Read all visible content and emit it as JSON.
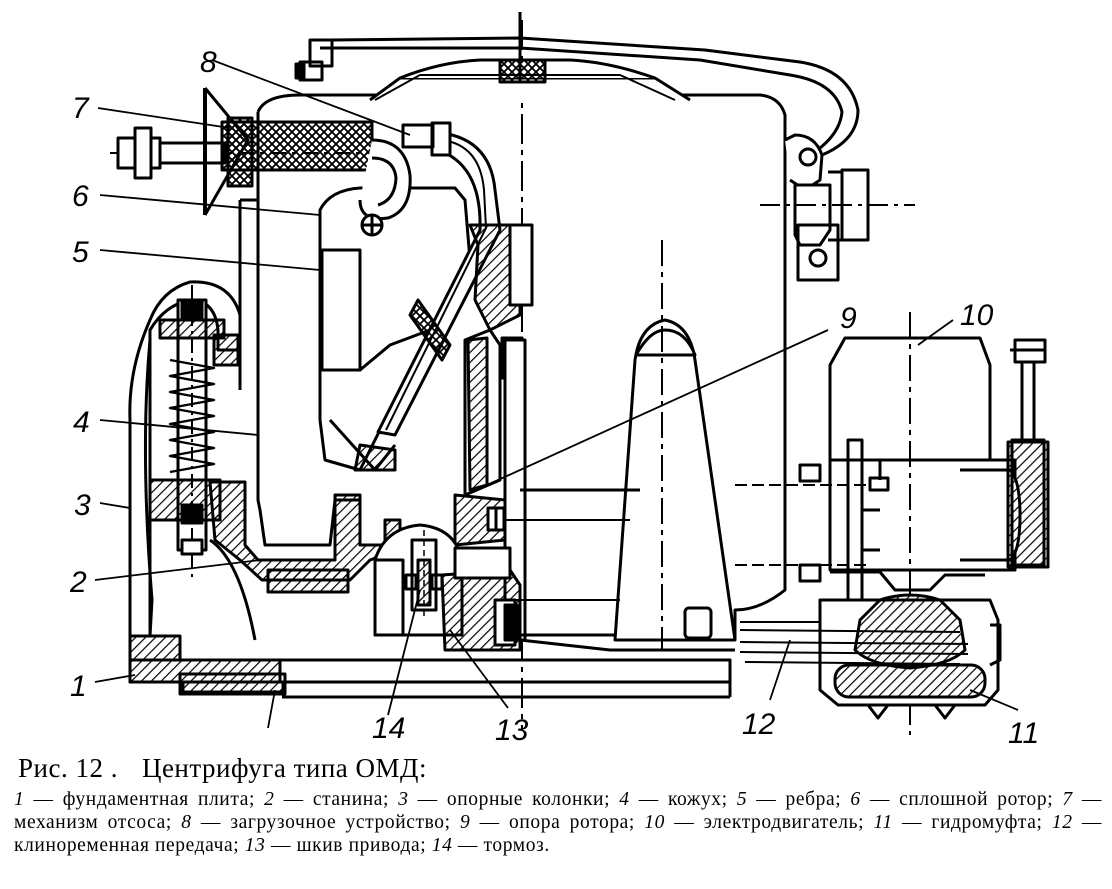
{
  "figure": {
    "part_labels": [
      "1",
      "2",
      "3",
      "4",
      "5",
      "6",
      "7",
      "8",
      "9",
      "10",
      "11",
      "12",
      "13",
      "14"
    ]
  },
  "caption": {
    "fig_number": "Рис. 12 .",
    "title": "Центрифуга типа ОМД:",
    "legend": [
      {
        "num": "1",
        "text": "фундаментная плита;"
      },
      {
        "num": "2",
        "text": "станина;"
      },
      {
        "num": "3",
        "text": "опорные колонки;"
      },
      {
        "num": "4",
        "text": "кожух;"
      },
      {
        "num": "5",
        "text": "ребра;"
      },
      {
        "num": "6",
        "text": "сплошной ротор;"
      },
      {
        "num": "7",
        "text": "механизм отсоса;"
      },
      {
        "num": "8",
        "text": "загрузочное устройство;"
      },
      {
        "num": "9",
        "text": "опора ротора;"
      },
      {
        "num": "10",
        "text": "электродвигатель;"
      },
      {
        "num": "11",
        "text": "гидромуфта;"
      },
      {
        "num": "12",
        "text": "клиноременная передача;"
      },
      {
        "num": "13",
        "text": "шкив привода;"
      },
      {
        "num": "14",
        "text": "тормоз."
      }
    ]
  }
}
